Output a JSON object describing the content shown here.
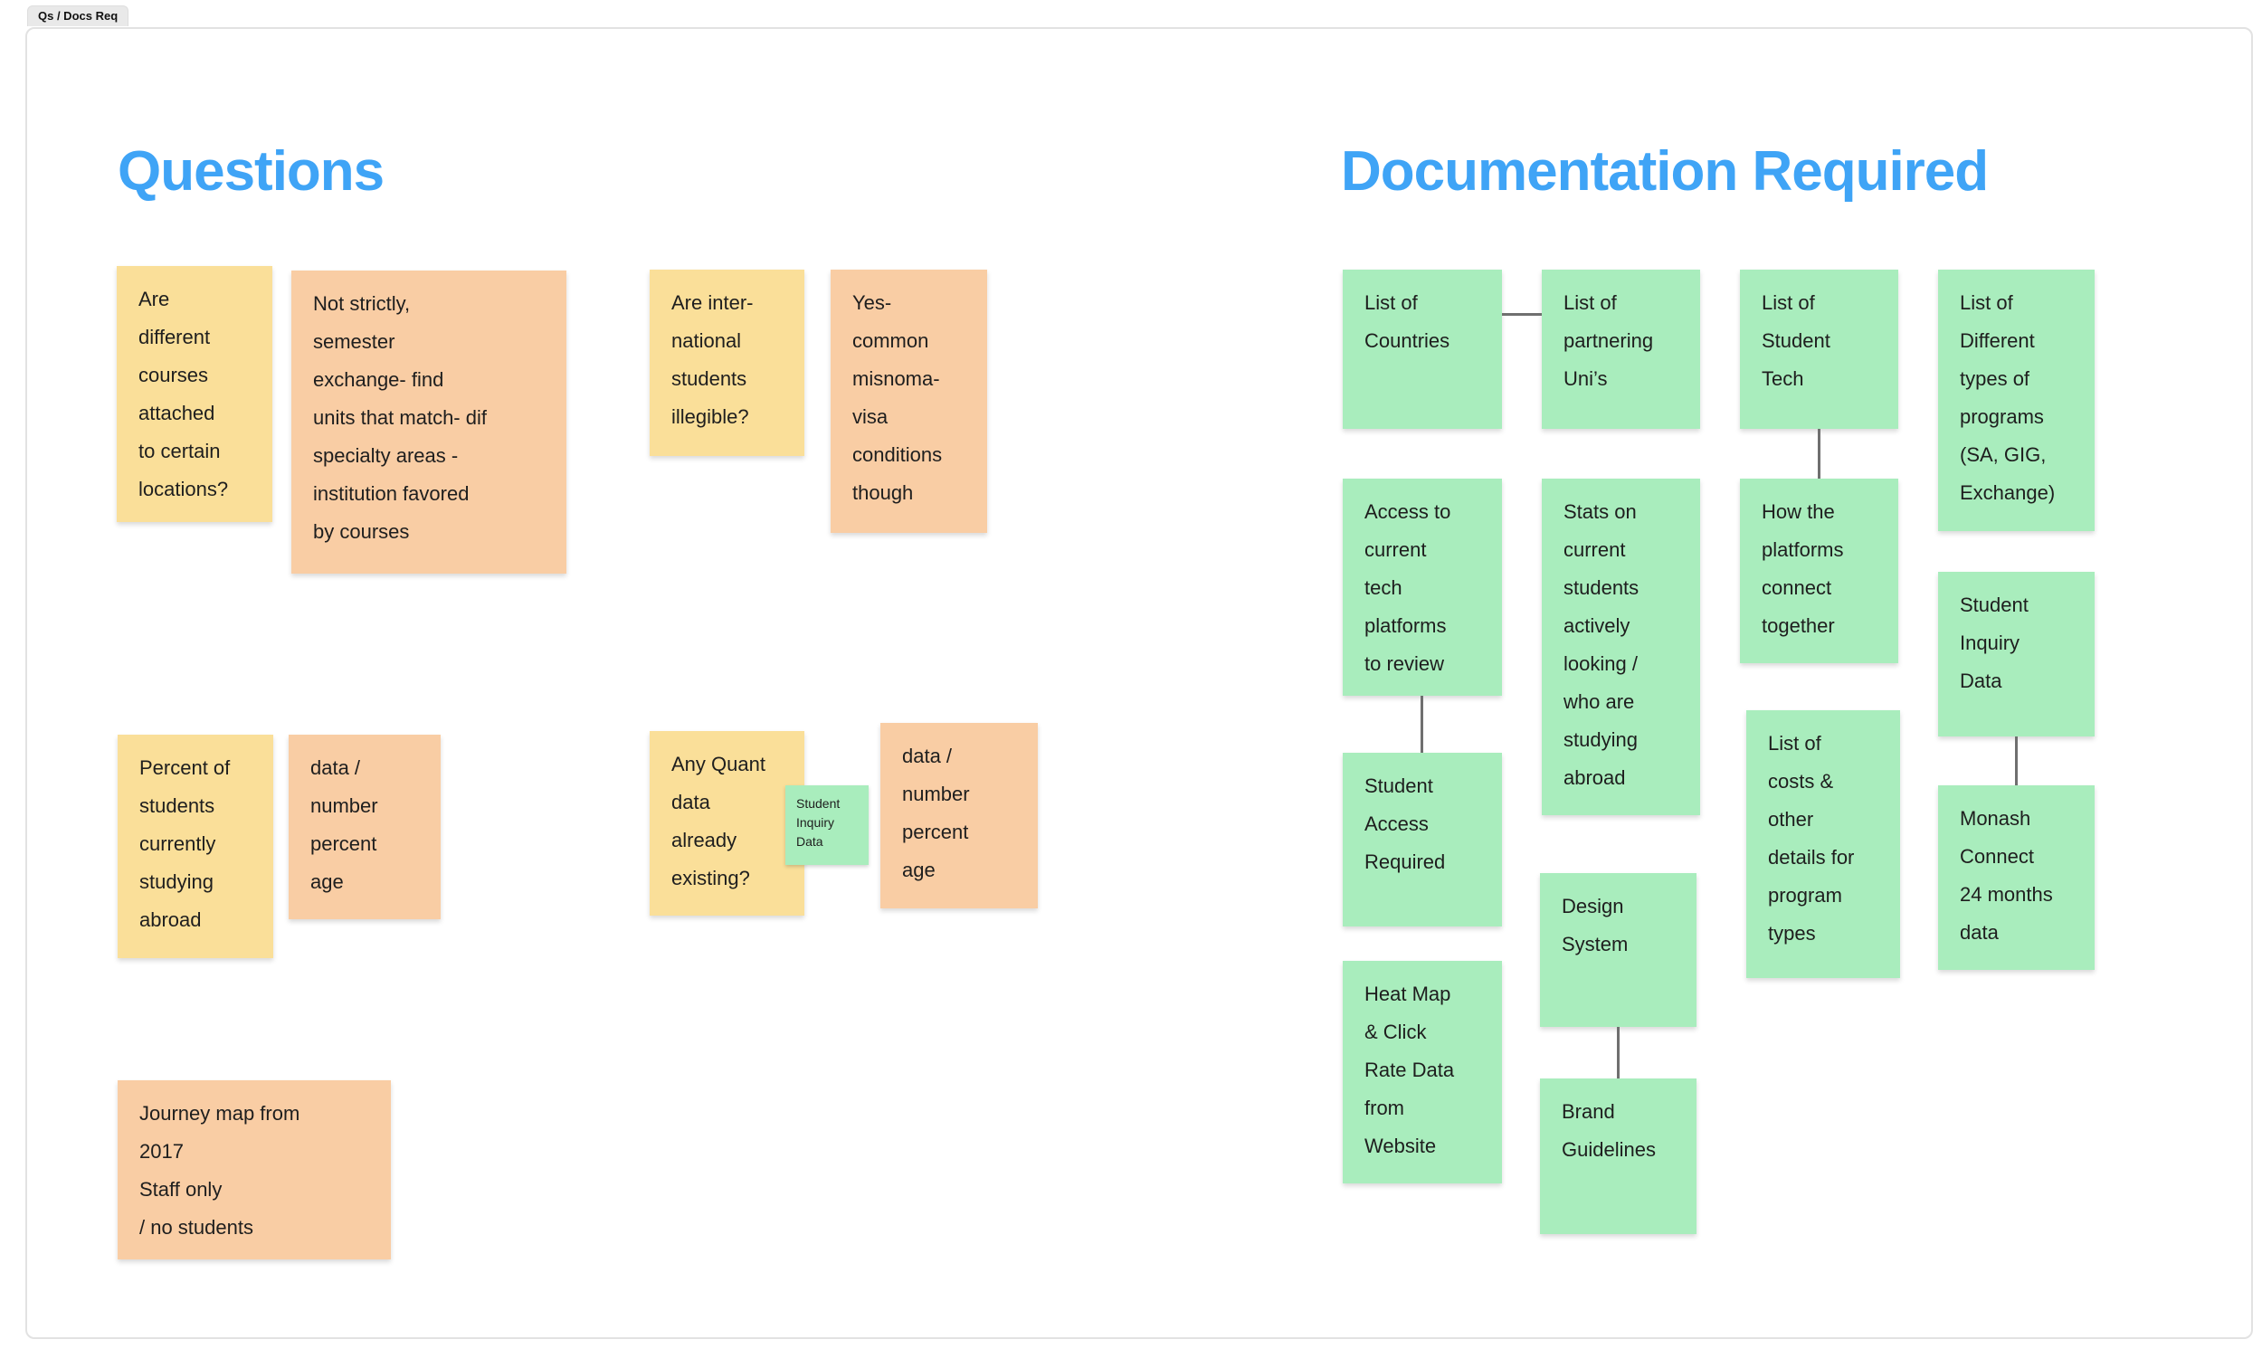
{
  "tab": {
    "label": "Qs / Docs Req"
  },
  "sections": {
    "questions": {
      "title": "Questions"
    },
    "documentation": {
      "title": "Documentation Required"
    }
  },
  "colors": {
    "heading_blue": "#3fa4f6",
    "sticky_yellow": "#fadf99",
    "sticky_orange": "#f9cda4",
    "sticky_green": "#a9edbd",
    "connector_gray": "#6f6f6f",
    "text": "#1e1e1e"
  },
  "notes": {
    "q1": {
      "text": "Are\ndifferent\ncourses\nattached\nto certain\nlocations?",
      "color": "yellow"
    },
    "q2": {
      "text": "Not strictly,\nsemester\nexchange- find\nunits that match- dif\nspecialty areas -\ninstitution favored\nby courses",
      "color": "orange"
    },
    "q3": {
      "text": "Are inter-\nnational\nstudents\nillegible?",
      "color": "yellow"
    },
    "q4": {
      "text": "Yes-\ncommon\nmisnoma-\nvisa\nconditions\nthough",
      "color": "orange"
    },
    "q5": {
      "text": "Percent of\nstudents\ncurrently\nstudying\nabroad",
      "color": "yellow"
    },
    "q6": {
      "text": "data /\nnumber\npercent\nage",
      "color": "orange"
    },
    "q7": {
      "text": "Any Quant\ndata\nalready\nexisting?",
      "color": "yellow"
    },
    "q8": {
      "text": "Student\nInquiry\nData",
      "color": "green"
    },
    "q9": {
      "text": "data /\nnumber\npercent\nage",
      "color": "orange"
    },
    "q10": {
      "text": "Journey map from\n2017\nStaff only\n/ no students",
      "color": "orange"
    },
    "d1": {
      "text": "List of\nCountries",
      "color": "green"
    },
    "d2": {
      "text": "List of\npartnering\nUni’s",
      "color": "green"
    },
    "d3": {
      "text": "List of\nStudent\nTech",
      "color": "green"
    },
    "d4": {
      "text": "List of\nDifferent\ntypes of\nprograms\n(SA, GIG,\nExchange)",
      "color": "green"
    },
    "d5": {
      "text": "Access to\ncurrent\ntech\nplatforms\nto review",
      "color": "green"
    },
    "d6": {
      "text": "Stats on\ncurrent\nstudents\nactively\nlooking /\nwho are\nstudying\nabroad",
      "color": "green"
    },
    "d7": {
      "text": "How the\nplatforms\nconnect\ntogether",
      "color": "green"
    },
    "d8": {
      "text": "Student\nAccess\nRequired",
      "color": "green"
    },
    "d9": {
      "text": "List of\ncosts &\nother\ndetails for\nprogram\ntypes",
      "color": "green"
    },
    "d10": {
      "text": "Student\nInquiry\nData",
      "color": "green"
    },
    "d11": {
      "text": "Heat Map\n& Click\nRate Data\nfrom\nWebsite",
      "color": "green"
    },
    "d12": {
      "text": "Design\nSystem",
      "color": "green"
    },
    "d13": {
      "text": "Brand\nGuidelines",
      "color": "green"
    },
    "d14": {
      "text": "Monash\nConnect\n24 months\ndata",
      "color": "green"
    }
  },
  "connectors": [
    {
      "from": "List of Countries",
      "to": "List of partnering Uni's"
    },
    {
      "from": "List of Student Tech",
      "to": "How the platforms connect together"
    },
    {
      "from": "Access to current tech platforms to review",
      "to": "Student Access Required"
    },
    {
      "from": "Design System",
      "to": "Brand Guidelines"
    },
    {
      "from": "Student Inquiry Data",
      "to": "Monash Connect 24 months data"
    }
  ]
}
